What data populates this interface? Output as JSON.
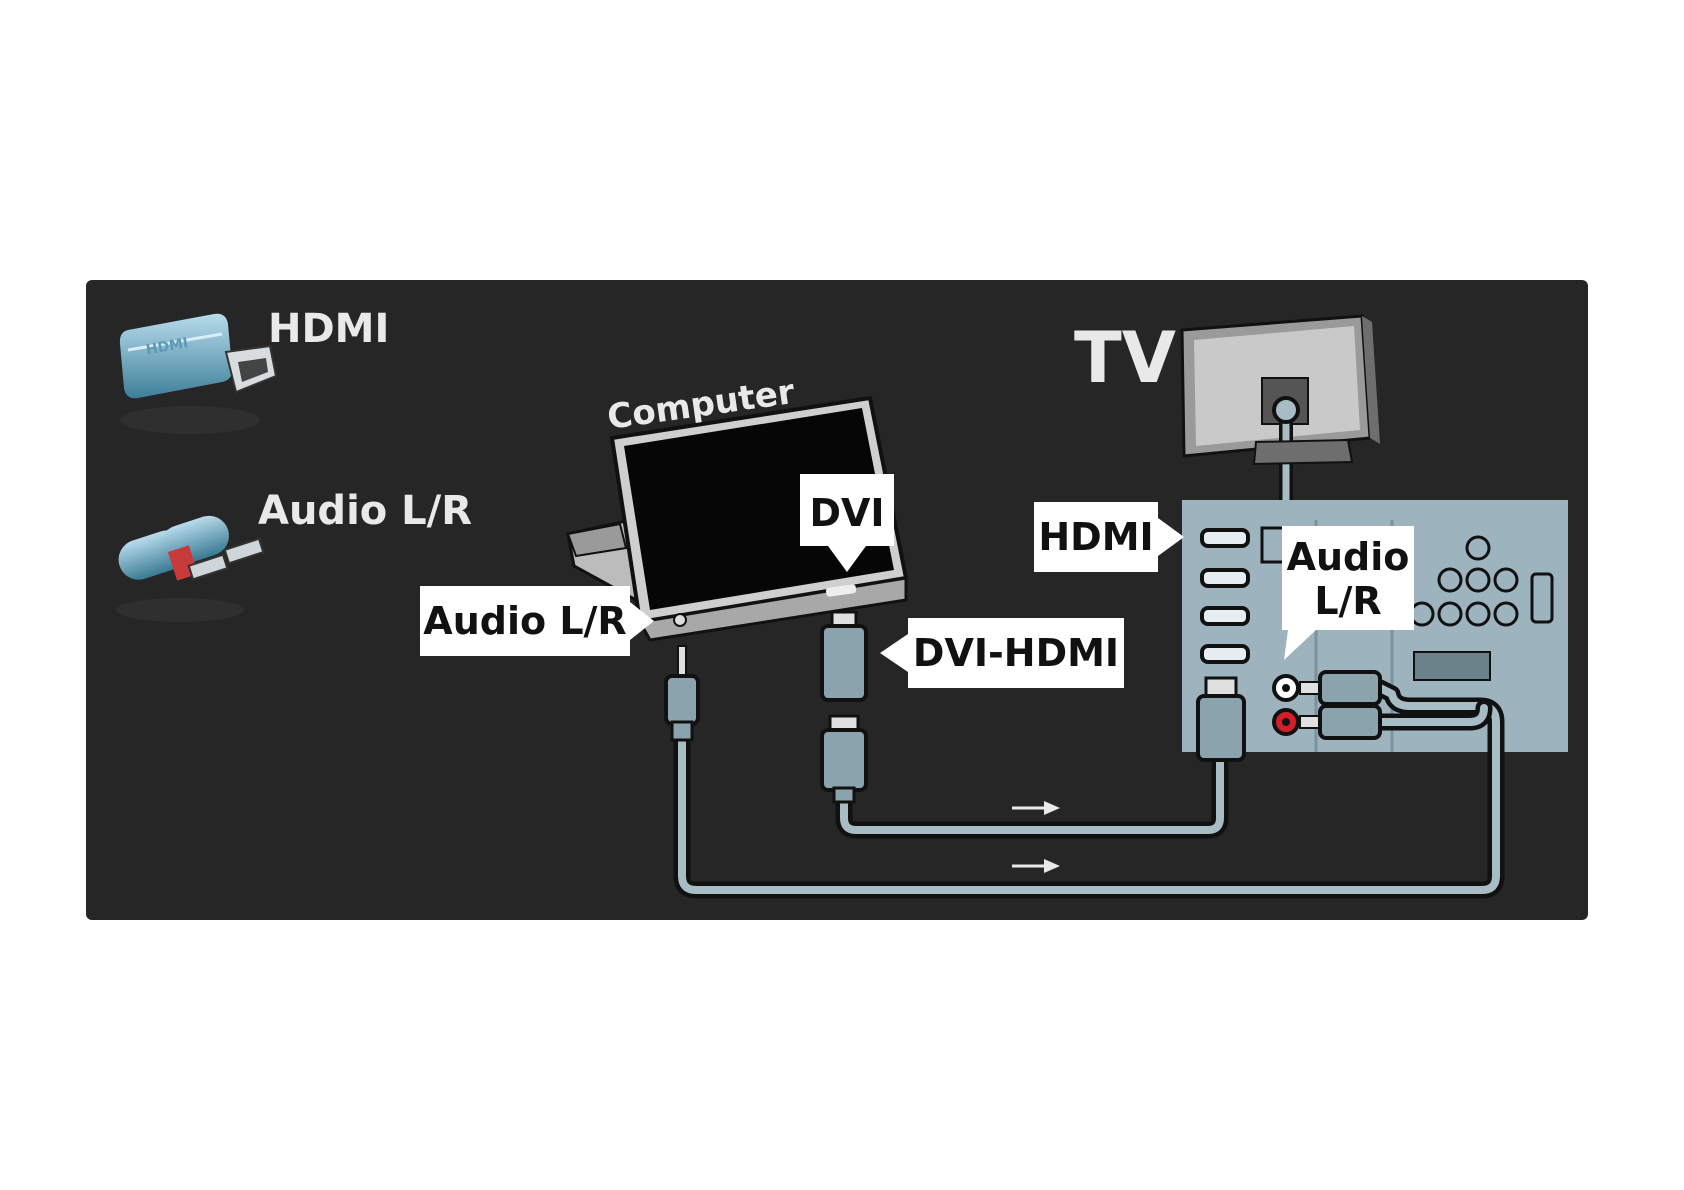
{
  "legend": {
    "hdmi_label": "HDMI",
    "audio_label": "Audio L/R",
    "hdmi_icon": "hdmi-connector-icon",
    "audio_icon": "rca-connector-icon"
  },
  "devices": {
    "computer_label": "Computer",
    "tv_label": "TV"
  },
  "callouts": {
    "dvi": "DVI",
    "computer_audio": "Audio L/R",
    "dvi_hdmi": "DVI-HDMI",
    "tv_hdmi": "HDMI",
    "tv_audio_line1": "Audio",
    "tv_audio_line2": "L/R"
  },
  "colors": {
    "panel": "#262626",
    "tv_panel": "#9db3bd",
    "connector": "#8aa3ad",
    "cable": "#a8bcc4",
    "callout_bg": "#ffffff",
    "red_jack": "#d21f2a"
  }
}
